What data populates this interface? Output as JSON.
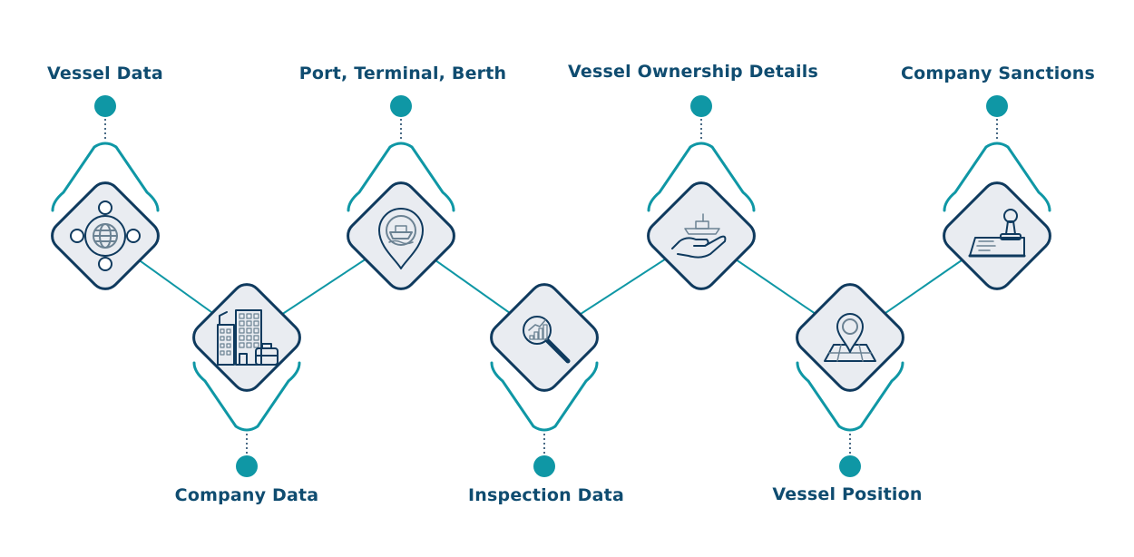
{
  "colors": {
    "navy": "#0f3a5e",
    "teal": "#0f97a5",
    "fill": "#e9ecf1",
    "icon": "#6b8293",
    "text": "#0f4c70"
  },
  "nodes": [
    {
      "label": "Vessel Data",
      "position": "top",
      "icon": "globe-icon"
    },
    {
      "label": "Company Data",
      "position": "bottom",
      "icon": "buildings-icon"
    },
    {
      "label": "Port, Terminal, Berth",
      "position": "top",
      "icon": "ship-location-pin-icon"
    },
    {
      "label": "Inspection Data",
      "position": "bottom",
      "icon": "magnifier-chart-icon"
    },
    {
      "label": "Vessel Ownership Details",
      "position": "top",
      "icon": "hand-ship-icon"
    },
    {
      "label": "Vessel Position",
      "position": "bottom",
      "icon": "map-pin-icon"
    },
    {
      "label": "Company Sanctions",
      "position": "top",
      "icon": "stamp-icon"
    }
  ]
}
